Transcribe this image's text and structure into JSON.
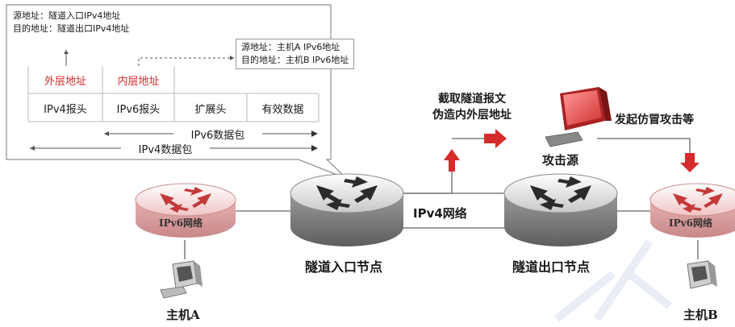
{
  "outer_header": {
    "src": "源地址：隧道入口IPv4地址",
    "dst": "目的地址：隧道出口IPv4地址"
  },
  "inner_header": {
    "src": "源地址：主机A IPv6地址",
    "dst": "目的地址：主机B IPv6地址"
  },
  "packet": {
    "outer_addr_label": "外层地址",
    "inner_addr_label": "内层地址",
    "fields": [
      "IPv4报头",
      "IPv6报头",
      "扩展头",
      "有效数据"
    ],
    "ipv6_packet_label": "IPv6数据包",
    "ipv4_packet_label": "IPv4数据包"
  },
  "nodes": {
    "left_router_label": "IPv6网络",
    "right_router_label": "IPv6网络",
    "tunnel_entry": "隧道入口节点",
    "tunnel_exit": "隧道出口节点",
    "ipv4_network": "IPv4网络",
    "host_a": "主机A",
    "host_b": "主机B",
    "attacker": "攻击源"
  },
  "annotations": {
    "intercept_line1": "截取隧道报文",
    "intercept_line2": "伪造内外层地址",
    "spoof_attack": "发起仿冒攻击等"
  },
  "colors": {
    "accent_red": "#d62b2b",
    "router_pink": "#f2c9c9",
    "router_gray": "#d9d9d9"
  }
}
